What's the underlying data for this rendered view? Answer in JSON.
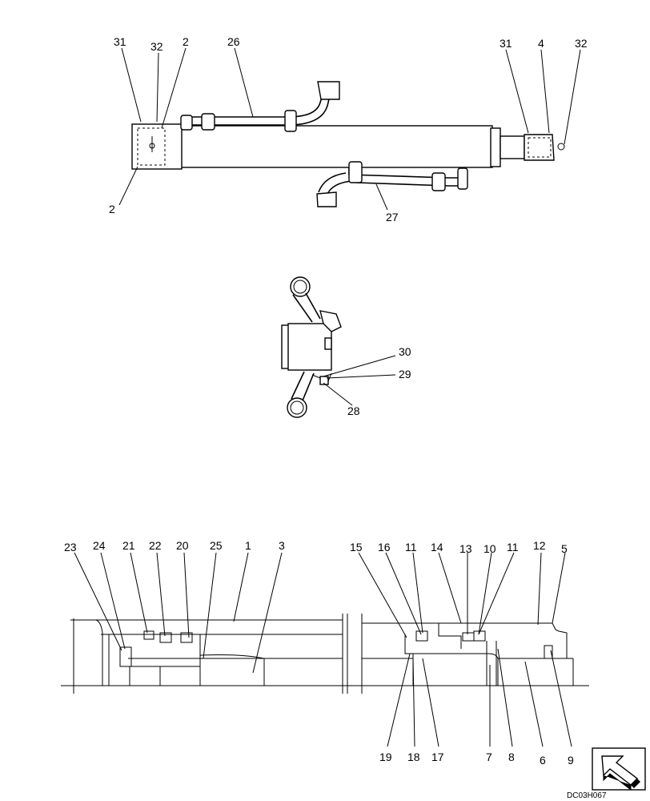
{
  "diagram": {
    "drawing_code": "DC03H067",
    "top_view_labels": {
      "l31a": "31",
      "l32a": "32",
      "l2a": "2",
      "l26": "26",
      "l31b": "31",
      "l4": "4",
      "l32b": "32",
      "l2b": "2",
      "l27": "27"
    },
    "end_view_labels": {
      "l30": "30",
      "l29": "29",
      "l28": "28"
    },
    "section_top_labels": {
      "l23": "23",
      "l24": "24",
      "l21": "21",
      "l22": "22",
      "l20": "20",
      "l25": "25",
      "l1": "1",
      "l3": "3",
      "l15": "15",
      "l16": "16",
      "l11a": "11",
      "l14": "14",
      "l13": "13",
      "l10": "10",
      "l11b": "11",
      "l12": "12",
      "l5": "5"
    },
    "section_bottom_labels": {
      "l19": "19",
      "l18": "18",
      "l17": "17",
      "l7": "7",
      "l8": "8",
      "l6": "6",
      "l9": "9"
    }
  }
}
